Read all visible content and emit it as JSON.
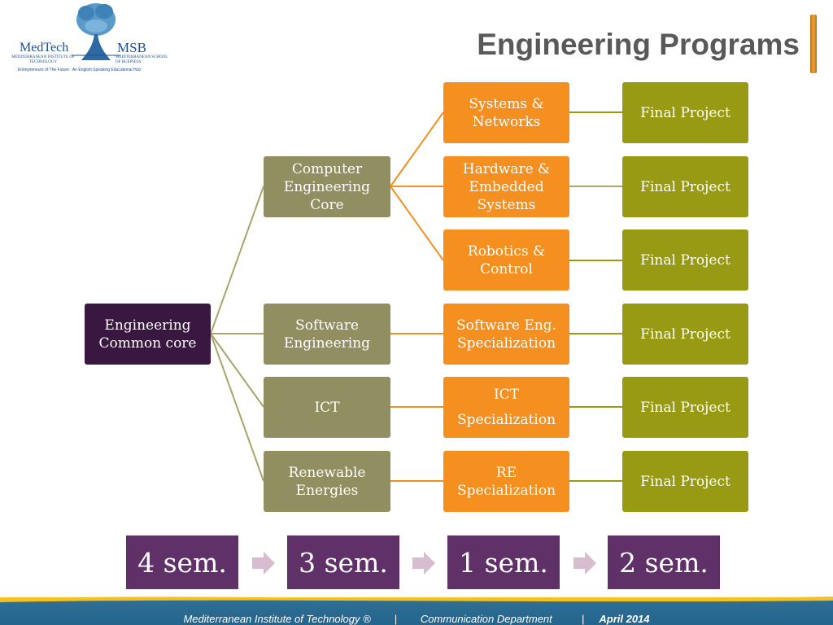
{
  "logo": {
    "left_name": "MedTech",
    "left_sub": "MEDITERRANEAN INSTITUTE OF TECHNOLOGY",
    "right_name": "MSB",
    "right_sub": "MEDITERRANEAN SCHOOL OF BUSINESS",
    "tagline": "Entrepreneurs of The Future : An English Speaking Educational Hub"
  },
  "title": "Engineering Programs",
  "colors": {
    "root": "#3a1740",
    "track": "#918e62",
    "specialization": "#f58f20",
    "final": "#999a14",
    "semester": "#5f3168",
    "connector": "#a8a66a"
  },
  "diagram": {
    "root": [
      "Engineering",
      "Common core"
    ],
    "tracks": [
      [
        "Computer",
        "Engineering",
        "Core"
      ],
      [
        "Software",
        "Engineering"
      ],
      [
        "ICT"
      ],
      [
        "Renewable",
        "Energies"
      ]
    ],
    "specializations": [
      [
        "Systems &",
        "Networks"
      ],
      [
        "Hardware &",
        "Embedded",
        "Systems"
      ],
      [
        "Robotics &",
        "Control"
      ],
      [
        "Software Eng.",
        "Specialization"
      ],
      [
        "ICT",
        "Specialization"
      ],
      [
        "RE",
        "Specialization"
      ]
    ],
    "finals": [
      "Final Project",
      "Final Project",
      "Final Project",
      "Final Project",
      "Final Project",
      "Final Project"
    ]
  },
  "semesters": [
    "4 sem.",
    "3 sem.",
    "1 sem.",
    "2 sem."
  ],
  "footer": {
    "institute": "Mediterranean Institute of Technology ®",
    "separator": "|",
    "department": "Communication Department",
    "date": "April 2014"
  }
}
